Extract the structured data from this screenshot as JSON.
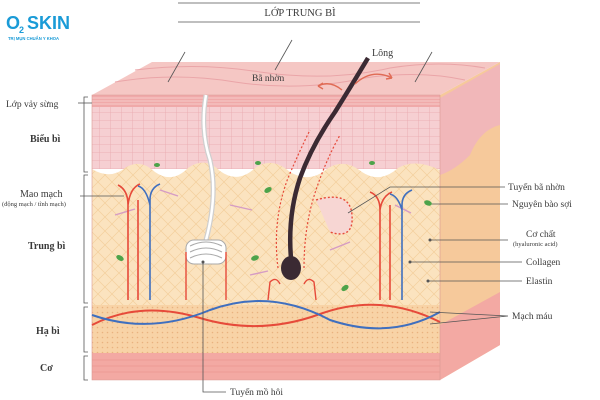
{
  "brand": {
    "name": "SKIN",
    "prefix": "O",
    "sub": "2",
    "tagline": "TRỊ MỤN CHUẨN Y KHOA",
    "color": "#1a9bd7"
  },
  "title": "LỚP TRUNG BÌ",
  "top_labels": {
    "sebum": "Bã nhờn",
    "hair": "Lông"
  },
  "left_labels": {
    "stratum_corneum": "Lớp vảy sừng",
    "epidermis": "Biểu bì",
    "capillaries": "Mao mạch",
    "capillaries_sub": "(động mạch / tĩnh mạch)",
    "dermis": "Trung bì",
    "hypodermis": "Hạ bì",
    "muscle": "Cơ"
  },
  "right_labels": {
    "sebaceous_gland": "Tuyến bã nhờn",
    "fibroblast": "Nguyên bào sợi",
    "ground_substance": "Cơ chất",
    "ground_substance_sub": "(hyaluronic acid)",
    "collagen": "Collagen",
    "elastin": "Elastin",
    "blood_vessels": "Mạch máu"
  },
  "bottom_labels": {
    "sweat_gland": "Tuyến mồ hôi"
  },
  "colors": {
    "epidermis": "#f2bcc0",
    "dermis": "#fbe3bf",
    "hypodermis": "#f8d3a6",
    "muscle": "#f3a9a3",
    "artery": "#e64a3a",
    "vein": "#3f6fbf",
    "hair": "#3b2a33",
    "fibroblast": "#4da34a"
  }
}
